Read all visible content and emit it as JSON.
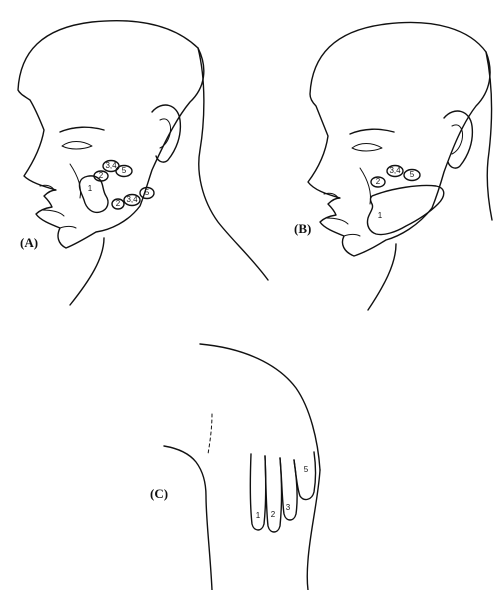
{
  "panels": {
    "a": {
      "label": "(A)",
      "zones": [
        "1",
        "2",
        "3,4",
        "5",
        "2",
        "3,4",
        "5"
      ]
    },
    "b": {
      "label": "(B)",
      "zones": [
        "1",
        "2",
        "3,4",
        "5"
      ]
    },
    "c": {
      "label": "(C)",
      "zones": [
        "1",
        "2",
        "3",
        "5"
      ]
    }
  }
}
